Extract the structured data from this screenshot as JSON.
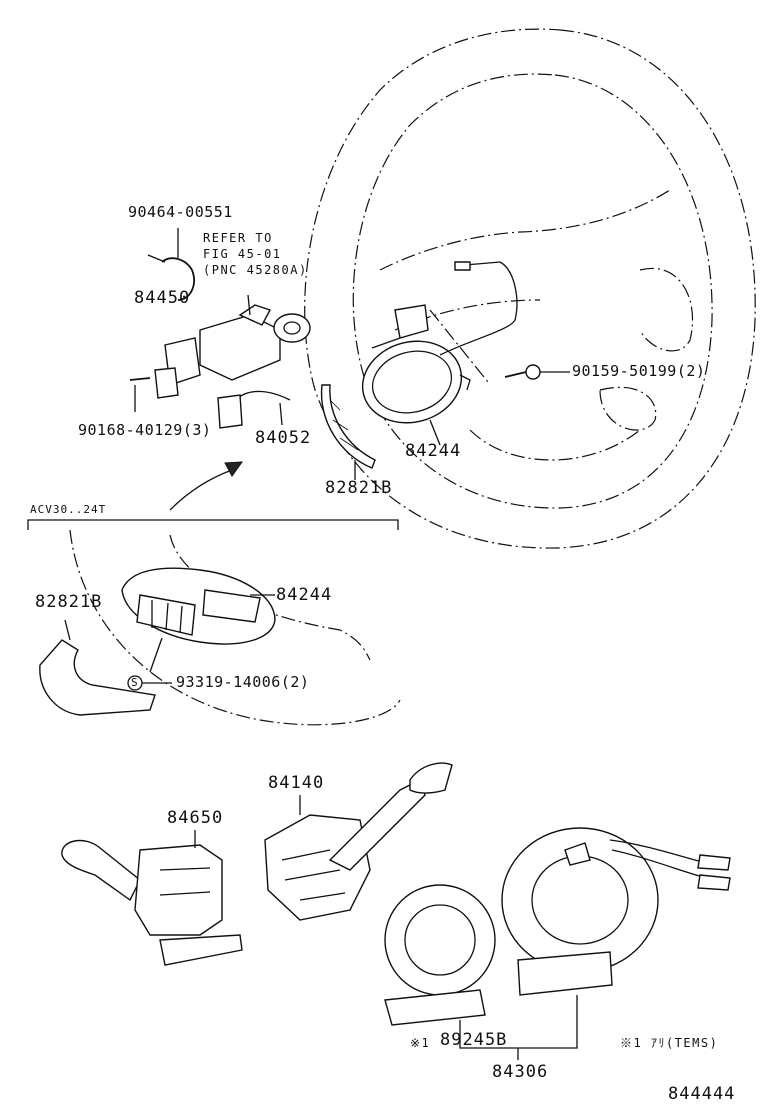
{
  "diagram_id": "844444",
  "callouts": {
    "p90464": "90464-00551",
    "refer_line1": "REFER TO",
    "refer_line2": "FIG 45-01",
    "refer_line3": "(PNC 45280A)",
    "p84450": "84450",
    "p90168": "90168-40129(3)",
    "p84052": "84052",
    "p82821b_top": "82821B",
    "p84244_top": "84244",
    "p90159": "90159-50199(2)",
    "variant_label": "ACV30..24T",
    "p82821b_inset": "82821B",
    "p84244_inset": "84244",
    "screw_symbol": "S",
    "p93319": "93319-14006(2)",
    "p84140": "84140",
    "p84650": "84650",
    "note_mark": "※1",
    "p89245b": "89245B",
    "note_legend": "※1 ｱﾘ(TEMS)",
    "p84306": "84306"
  }
}
